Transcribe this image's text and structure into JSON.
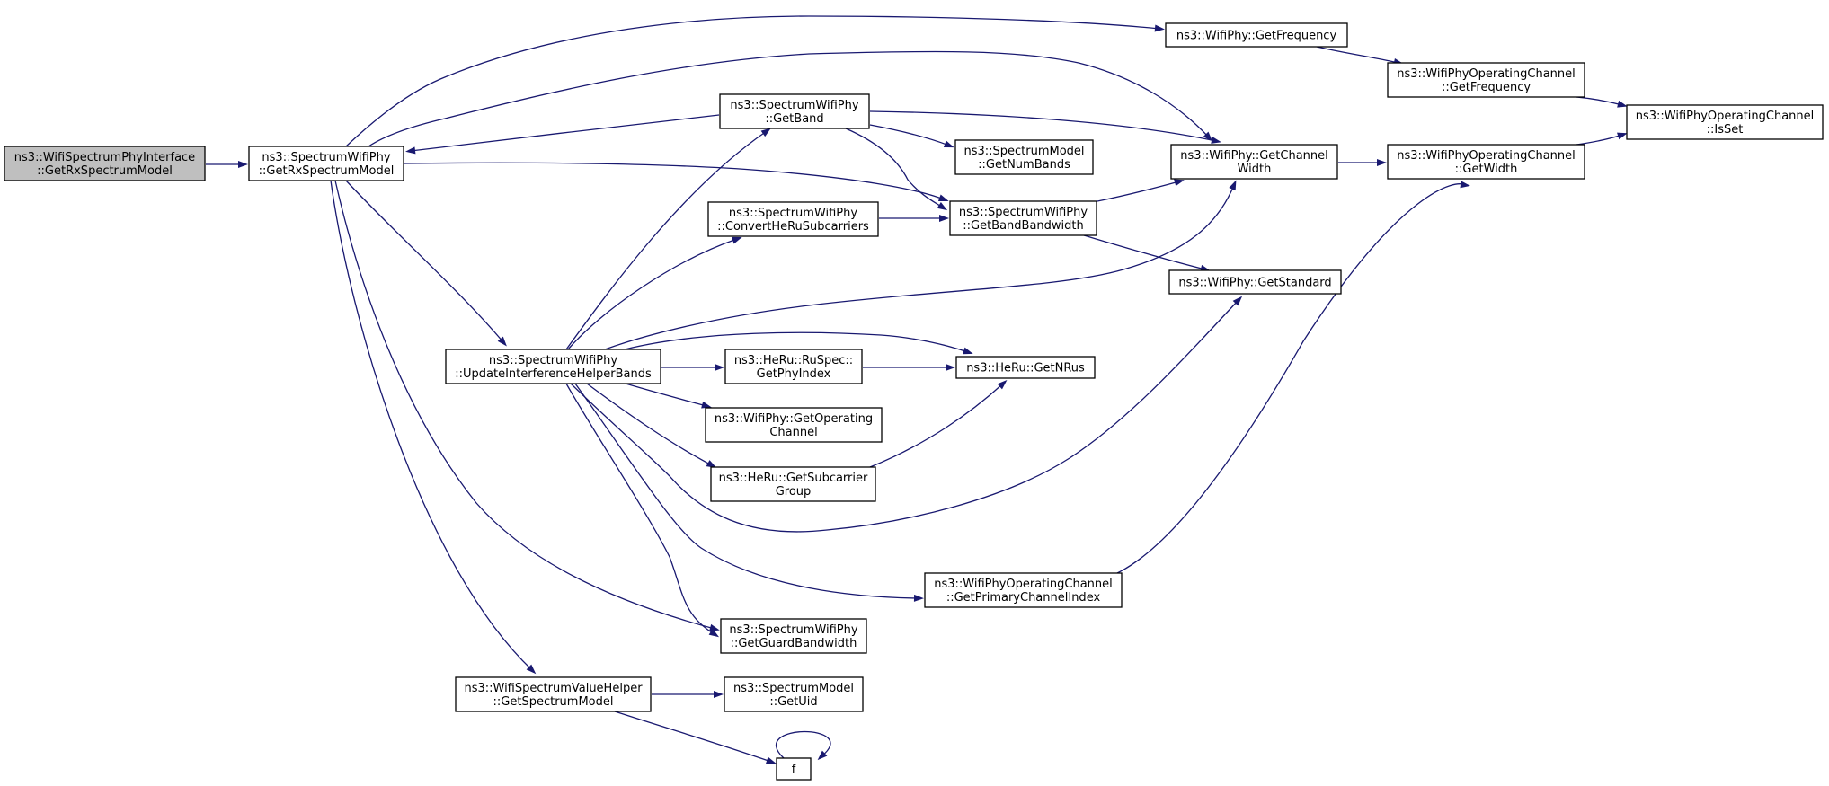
{
  "diagram": {
    "type": "call-graph",
    "nodes": [
      {
        "id": "root",
        "lines": [
          "ns3::WifiSpectrumPhyInterface",
          "::GetRxSpectrumModel"
        ],
        "root": true
      },
      {
        "id": "sp_getrx",
        "lines": [
          "ns3::SpectrumWifiPhy",
          "::GetRxSpectrumModel"
        ]
      },
      {
        "id": "getfreq",
        "lines": [
          "ns3::WifiPhy::GetFrequency"
        ]
      },
      {
        "id": "getband",
        "lines": [
          "ns3::SpectrumWifiPhy",
          "::GetBand"
        ]
      },
      {
        "id": "numbands",
        "lines": [
          "ns3::SpectrumModel",
          "::GetNumBands"
        ]
      },
      {
        "id": "getchw",
        "lines": [
          "ns3::WifiPhy::GetChannel",
          "Width"
        ]
      },
      {
        "id": "op_freq",
        "lines": [
          "ns3::WifiPhyOperatingChannel",
          "::GetFrequency"
        ]
      },
      {
        "id": "isset",
        "lines": [
          "ns3::WifiPhyOperatingChannel",
          "::IsSet"
        ]
      },
      {
        "id": "op_width",
        "lines": [
          "ns3::WifiPhyOperatingChannel",
          "::GetWidth"
        ]
      },
      {
        "id": "convert",
        "lines": [
          "ns3::SpectrumWifiPhy",
          "::ConvertHeRuSubcarriers"
        ]
      },
      {
        "id": "bandbw",
        "lines": [
          "ns3::SpectrumWifiPhy",
          "::GetBandBandwidth"
        ]
      },
      {
        "id": "getstd",
        "lines": [
          "ns3::WifiPhy::GetStandard"
        ]
      },
      {
        "id": "update",
        "lines": [
          "ns3::SpectrumWifiPhy",
          "::UpdateInterferenceHelperBands"
        ]
      },
      {
        "id": "phyindex",
        "lines": [
          "ns3::HeRu::RuSpec::",
          "GetPhyIndex"
        ]
      },
      {
        "id": "nrus",
        "lines": [
          "ns3::HeRu::GetNRus"
        ]
      },
      {
        "id": "getop",
        "lines": [
          "ns3::WifiPhy::GetOperating",
          "Channel"
        ]
      },
      {
        "id": "subgroup",
        "lines": [
          "ns3::HeRu::GetSubcarrier",
          "Group"
        ]
      },
      {
        "id": "primidx",
        "lines": [
          "ns3::WifiPhyOperatingChannel",
          "::GetPrimaryChannelIndex"
        ]
      },
      {
        "id": "guardbw",
        "lines": [
          "ns3::SpectrumWifiPhy",
          "::GetGuardBandwidth"
        ]
      },
      {
        "id": "specmodel",
        "lines": [
          "ns3::WifiSpectrumValueHelper",
          "::GetSpectrumModel"
        ]
      },
      {
        "id": "getuid",
        "lines": [
          "ns3::SpectrumModel",
          "::GetUid"
        ]
      },
      {
        "id": "f",
        "lines": [
          "f"
        ]
      }
    ],
    "edges": [
      {
        "from": "root",
        "to": "sp_getrx"
      },
      {
        "from": "sp_getrx",
        "to": "getfreq"
      },
      {
        "from": "sp_getrx",
        "to": "getchw"
      },
      {
        "from": "sp_getrx",
        "to": "bandbw"
      },
      {
        "from": "sp_getrx",
        "to": "update"
      },
      {
        "from": "sp_getrx",
        "to": "guardbw"
      },
      {
        "from": "sp_getrx",
        "to": "specmodel"
      },
      {
        "from": "getband",
        "to": "sp_getrx"
      },
      {
        "from": "getband",
        "to": "getchw"
      },
      {
        "from": "getband",
        "to": "numbands"
      },
      {
        "from": "getband",
        "to": "bandbw"
      },
      {
        "from": "getfreq",
        "to": "op_freq"
      },
      {
        "from": "op_freq",
        "to": "isset"
      },
      {
        "from": "getchw",
        "to": "op_width"
      },
      {
        "from": "op_width",
        "to": "isset"
      },
      {
        "from": "convert",
        "to": "bandbw"
      },
      {
        "from": "bandbw",
        "to": "getchw"
      },
      {
        "from": "bandbw",
        "to": "getstd"
      },
      {
        "from": "update",
        "to": "getband"
      },
      {
        "from": "update",
        "to": "convert"
      },
      {
        "from": "update",
        "to": "getchw"
      },
      {
        "from": "update",
        "to": "nrus"
      },
      {
        "from": "update",
        "to": "phyindex"
      },
      {
        "from": "update",
        "to": "getop"
      },
      {
        "from": "update",
        "to": "subgroup"
      },
      {
        "from": "update",
        "to": "getstd"
      },
      {
        "from": "update",
        "to": "primidx"
      },
      {
        "from": "update",
        "to": "guardbw"
      },
      {
        "from": "phyindex",
        "to": "nrus"
      },
      {
        "from": "subgroup",
        "to": "nrus"
      },
      {
        "from": "primidx",
        "to": "op_width"
      },
      {
        "from": "specmodel",
        "to": "getuid"
      },
      {
        "from": "specmodel",
        "to": "f"
      },
      {
        "from": "f",
        "to": "f"
      }
    ]
  }
}
